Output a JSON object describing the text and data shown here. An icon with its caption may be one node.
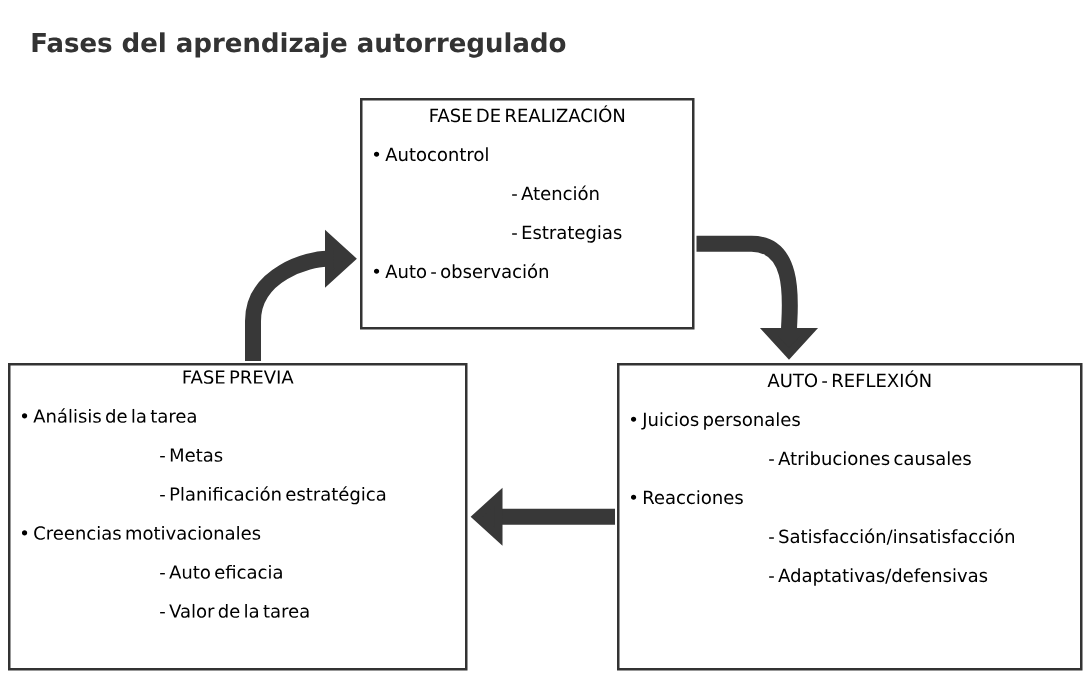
{
  "diagram": {
    "title": "Fases del aprendizaje autorregulado",
    "nodes": [
      {
        "text": [
          "FASE DE REALIZACIÓN",
          "• Autocontrol",
          "- Atención",
          "- Estrategias",
          "• Auto - observación"
        ]
      },
      {
        "text": [
          "FASE PREVIA",
          "• Análisis de la tarea",
          "- Metas",
          "- Planificación estratégica",
          "• Creencias motivacionales",
          "- Auto eficacia",
          "- Valor de la tarea"
        ]
      },
      {
        "text": [
          "AUTO - REFLEXIÓN",
          "• Juicios personales",
          "- Atribuciones causales",
          "• Reacciones",
          "- Satisfacción/insatisfacción",
          "- Adaptativas/defensivas"
        ]
      }
    ],
    "edges": [
      {
        "from": 1,
        "to": 0,
        "arrow": "to"
      },
      {
        "from": 0,
        "to": 2,
        "arrow": "to"
      },
      {
        "from": 2,
        "to": 1,
        "arrow": "to"
      }
    ]
  }
}
